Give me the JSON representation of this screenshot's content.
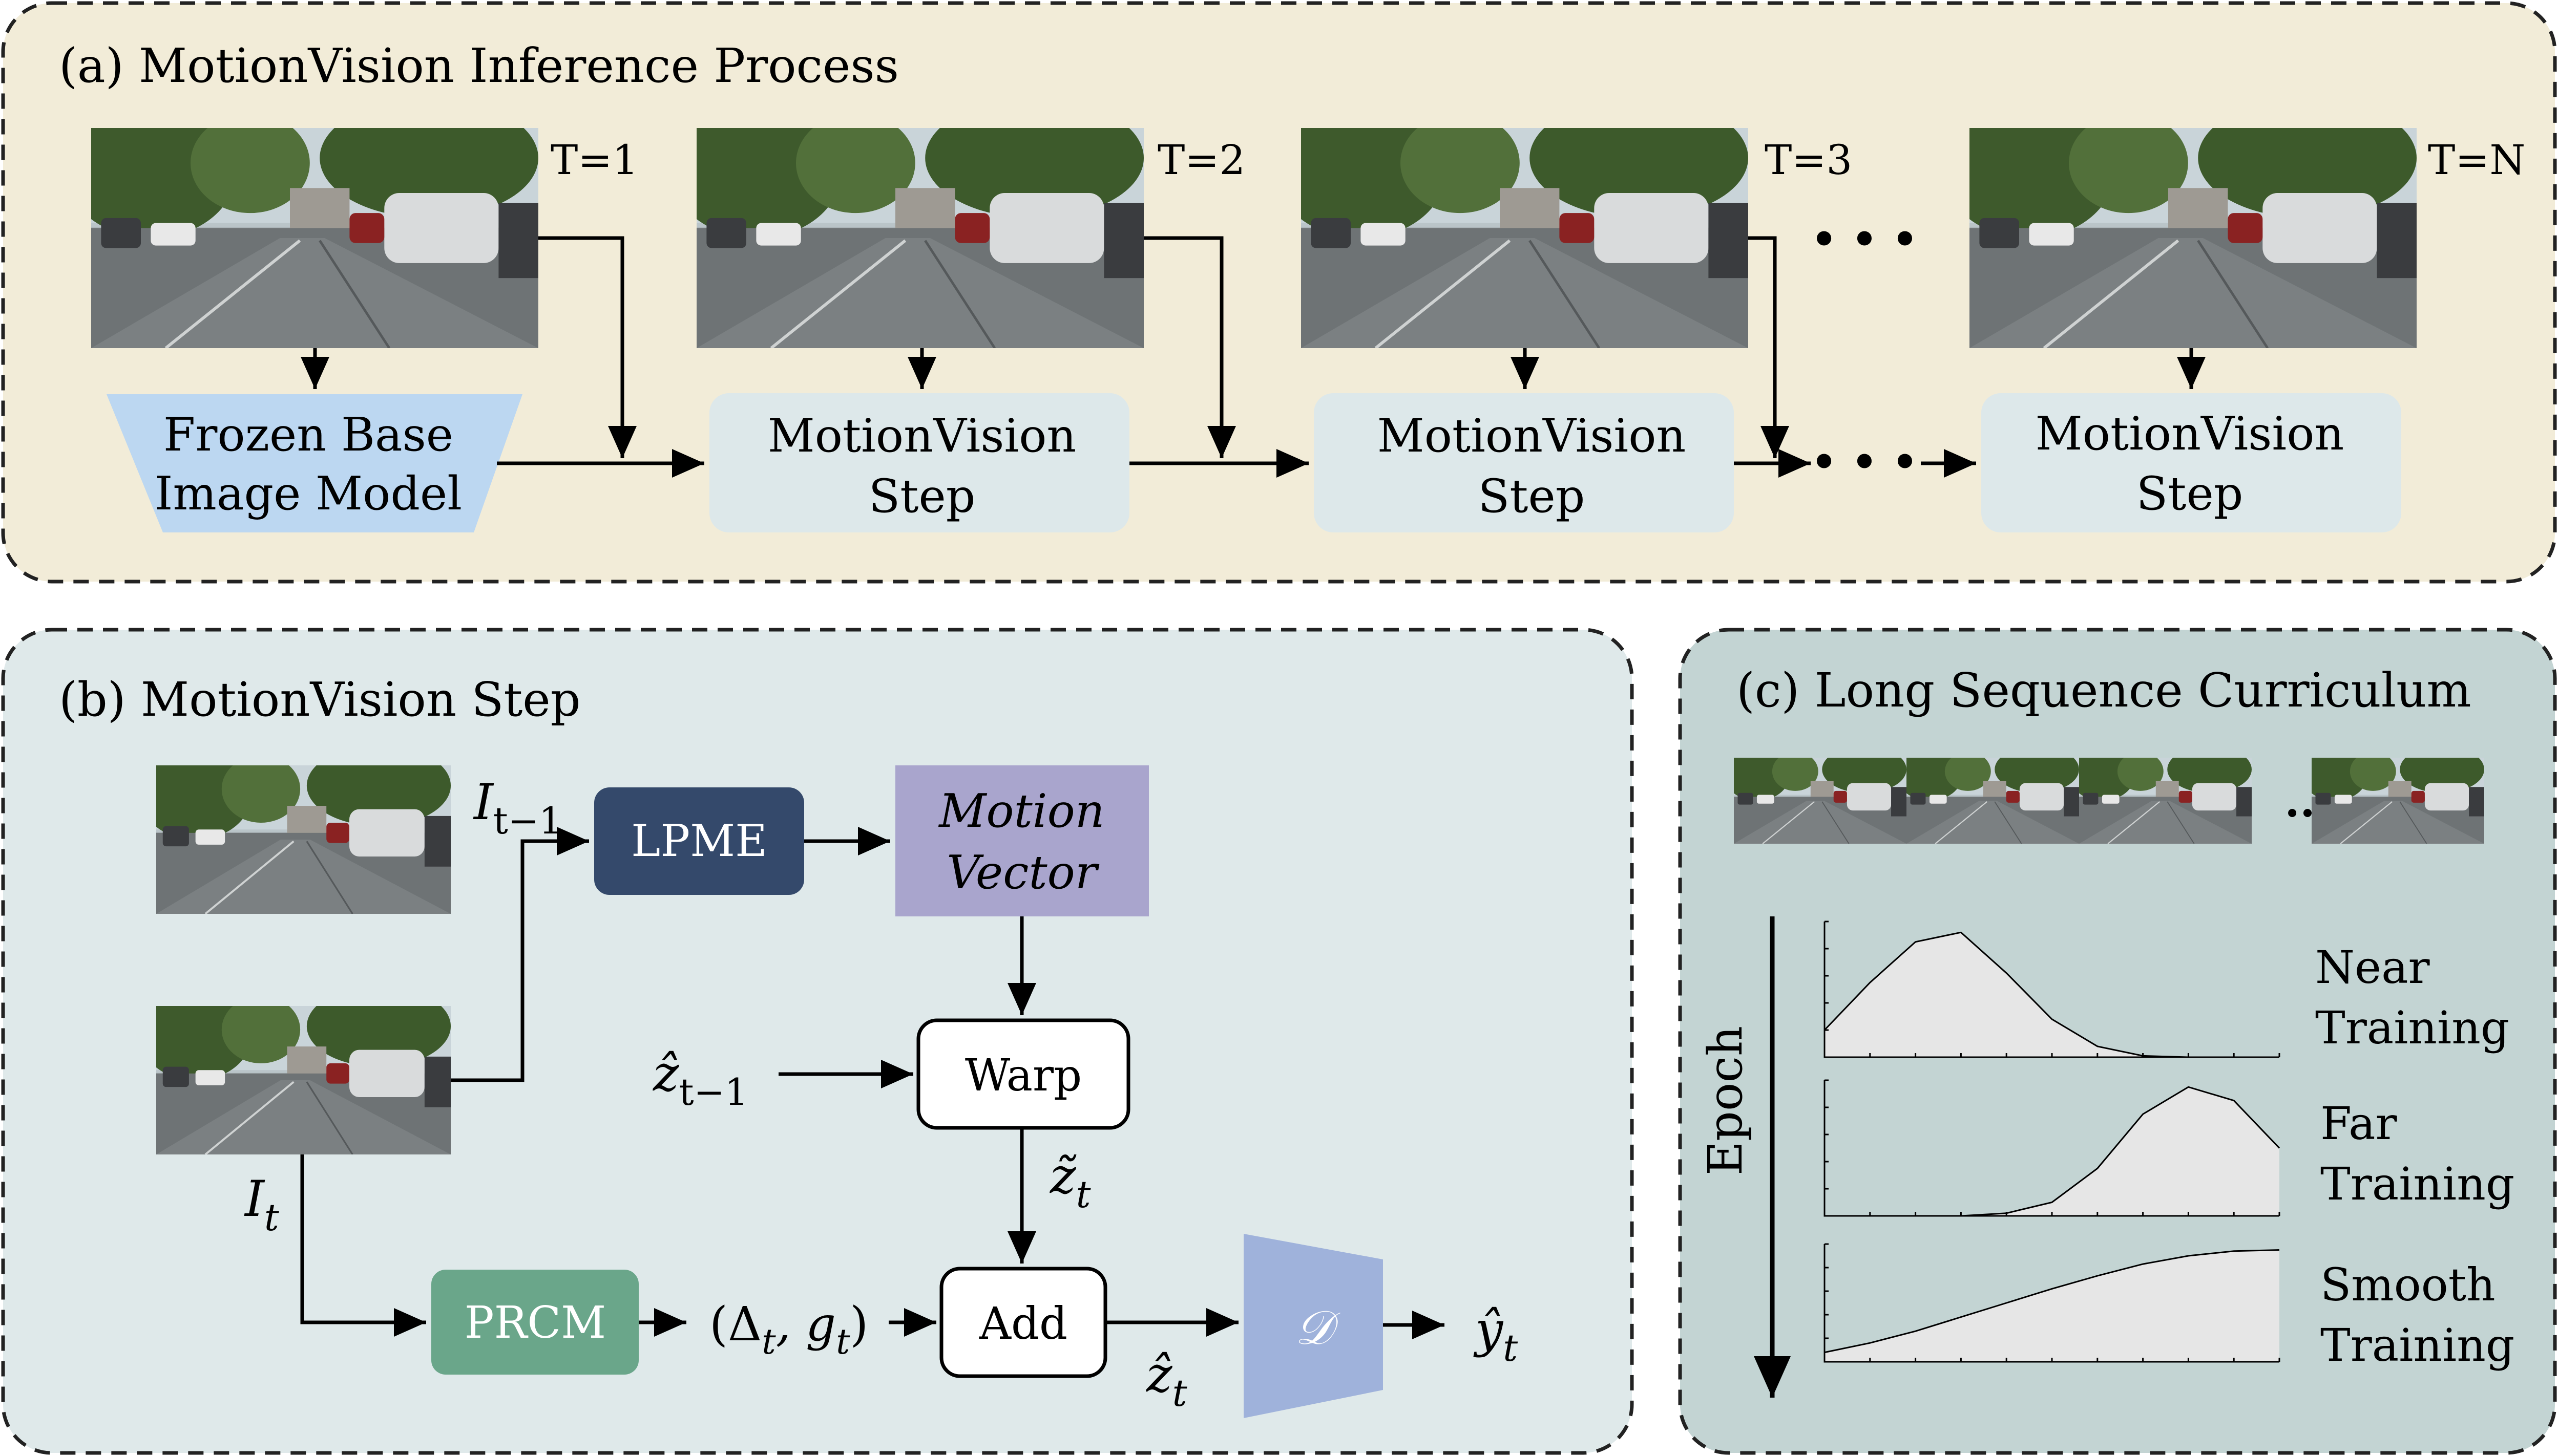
{
  "panel_a": {
    "title": "(a) MotionVision Inference Process",
    "frame_labels": [
      "T=1",
      "T=2",
      "T=3",
      "T=N"
    ],
    "ellipsis": "• • •",
    "frozen_model_line1": "Frozen Base",
    "frozen_model_line2": "Image Model",
    "step_line1": "MotionVision",
    "step_line2": "Step"
  },
  "panel_b": {
    "title": "(b) MotionVision Step",
    "lpme": "LPME",
    "motion_vector_line1": "Motion",
    "motion_vector_line2": "Vector",
    "warp": "Warp",
    "add": "Add",
    "prcm": "PRCM",
    "decoder": "𝒟",
    "i_prev_base": "I",
    "i_prev_sub": "t−1",
    "i_cur_base": "I",
    "i_cur_sub": "t",
    "z_prev_base": "ẑ",
    "z_prev_sub": "t−1",
    "z_warp_base": "z̃",
    "z_warp_sub": "t",
    "z_cur_base": "ẑ",
    "z_cur_sub": "t",
    "delta_g": "(Δ",
    "delta_sub": "t",
    "g_text": ", g",
    "g_sub": "t",
    "close_paren": ")",
    "y_base": "ŷ",
    "y_sub": "t"
  },
  "panel_c": {
    "title": "(c) Long Sequence Curriculum",
    "ellipsis": "...",
    "epoch_label": "Epoch",
    "curves": [
      {
        "line1": "Near",
        "line2": "Training",
        "values": [
          0.2,
          0.55,
          0.85,
          0.92,
          0.62,
          0.28,
          0.08,
          0.01,
          0.0,
          0.0,
          0.0
        ]
      },
      {
        "line1": "Far",
        "line2": "Training",
        "values": [
          0.0,
          0.0,
          0.0,
          0.0,
          0.02,
          0.1,
          0.35,
          0.75,
          0.95,
          0.85,
          0.5
        ]
      },
      {
        "line1": "Smooth",
        "line2": "Training",
        "values": [
          0.08,
          0.16,
          0.26,
          0.38,
          0.5,
          0.62,
          0.73,
          0.83,
          0.9,
          0.94,
          0.95
        ]
      }
    ]
  },
  "colors": {
    "panel_a_bg": "#f2ecd8",
    "panel_b_bg": "#dfe9ea",
    "panel_c_bg": "#c3d4d3",
    "frozen_model": "#bcd7f1",
    "step_box": "#dde8ea",
    "lpme": "#34496b",
    "motion_vector": "#a9a5cd",
    "prcm": "#6aa68a",
    "decoder": "#9fb2db",
    "curve_fill": "#e6e6e6"
  }
}
